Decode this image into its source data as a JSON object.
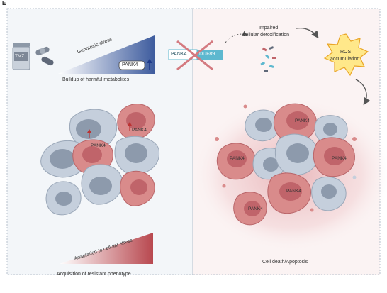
{
  "panel_label": "E",
  "left": {
    "drug_label": "TMZ",
    "stress_label": "Genotoxic stress",
    "pank4_box_label": "PANK4",
    "buildup_label": "Buildup of harmful metabolites",
    "cell_pank4_labels": [
      "PANK4",
      "PANK4"
    ],
    "adaptation_label": "Adaptation to cellular stress",
    "acquisition_label": "Acquisition of resistant phenotype"
  },
  "middle": {
    "pank4_label": "PANK4",
    "duf89_label": "DUF89",
    "impaired_label_line1": "Impaired",
    "impaired_label_line2": "cellular detoxification"
  },
  "right": {
    "ros_line1": "ROS",
    "ros_line2": "accumulation",
    "cell_pank4_labels": [
      "PANK4",
      "PANK4",
      "PANK4",
      "PANK4",
      "PANK4"
    ],
    "death_label": "Cell death/Apoptosis"
  },
  "colors": {
    "left_bg": "#f3f6f9",
    "right_bg": "#fbf3f3",
    "stress_blue": "#3e5c9e",
    "pank4_blue": "#5db8cf",
    "red_cell": "#d98b8b",
    "grey_cell": "#b9c5d4",
    "ros_yellow": "#ffe88a"
  },
  "icons": [
    "pill-bottle-icon",
    "capsule-icon",
    "arrow-up-icon",
    "cross-out-icon",
    "molecule-icon",
    "burst-icon"
  ]
}
